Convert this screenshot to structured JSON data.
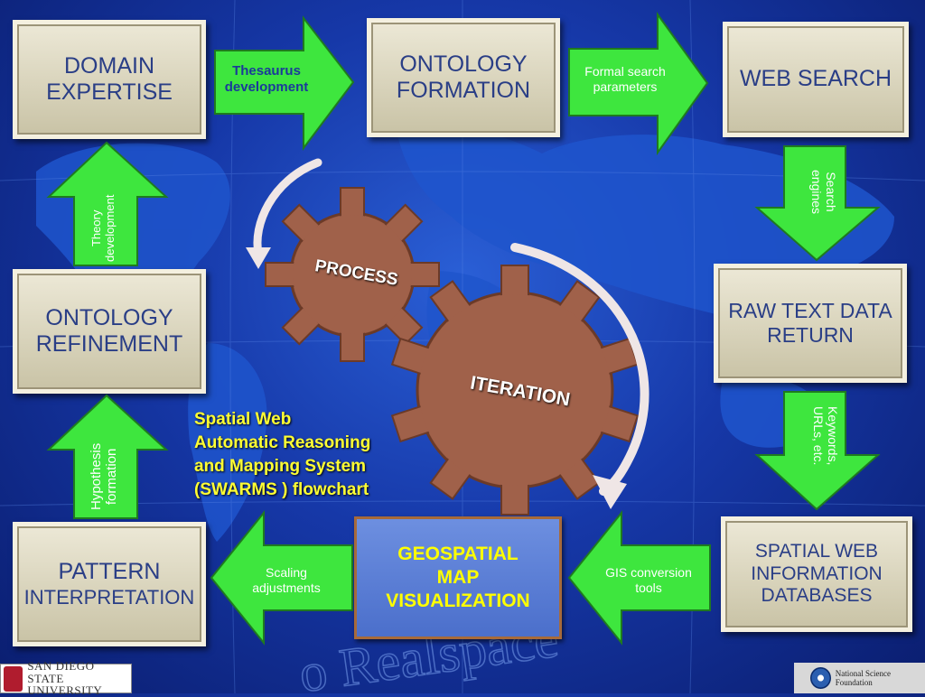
{
  "colors": {
    "background": "#1a45b8",
    "box": "#d8d2b8",
    "box_text": "#2a3e86",
    "arrow_fill": "#39e639",
    "gear_fill": "#a0614a",
    "caption": "#ffff33",
    "geo_text": "#ffff00"
  },
  "boxes": {
    "domain": [
      "DOMAIN",
      "EXPERTISE"
    ],
    "ontology_formation": [
      "ONTOLOGY",
      "FORMATION"
    ],
    "web_search": [
      "WEB SEARCH"
    ],
    "ontology_refinement": [
      "ONTOLOGY",
      "REFINEMENT"
    ],
    "raw_text": [
      "RAW TEXT DATA",
      "RETURN"
    ],
    "pattern": [
      "PATTERN",
      "INTERPRETATION"
    ],
    "spatial_db": [
      "SPATIAL WEB",
      "INFORMATION",
      "DATABASES"
    ]
  },
  "arrows": {
    "thesaurus": [
      "Thesaurus",
      "development"
    ],
    "formal_search": [
      "Formal search",
      "parameters"
    ],
    "search_engines": [
      "Search",
      "engines"
    ],
    "keywords": [
      "Keywords,",
      "URLs, etc."
    ],
    "gis": [
      "GIS conversion",
      "tools"
    ],
    "scaling": [
      "Scaling",
      "adjustments"
    ],
    "hypothesis": [
      "Hypothesis",
      "formation"
    ],
    "theory": [
      "Theory",
      "development"
    ]
  },
  "gears": {
    "process": "PROCESS",
    "iteration": "ITERATION"
  },
  "caption": [
    "Spatial Web",
    "Automatic Reasoning",
    "and Mapping System",
    "(SWARMS ) flowchart"
  ],
  "geo_map": [
    "GEOSPATIAL",
    "MAP",
    "VISUALIZATION"
  ],
  "watermark": "o Realspace",
  "logos": {
    "sdsu": [
      "SAN DIEGO STATE",
      "UNIVERSITY"
    ],
    "nsf": "National Science Foundation"
  }
}
